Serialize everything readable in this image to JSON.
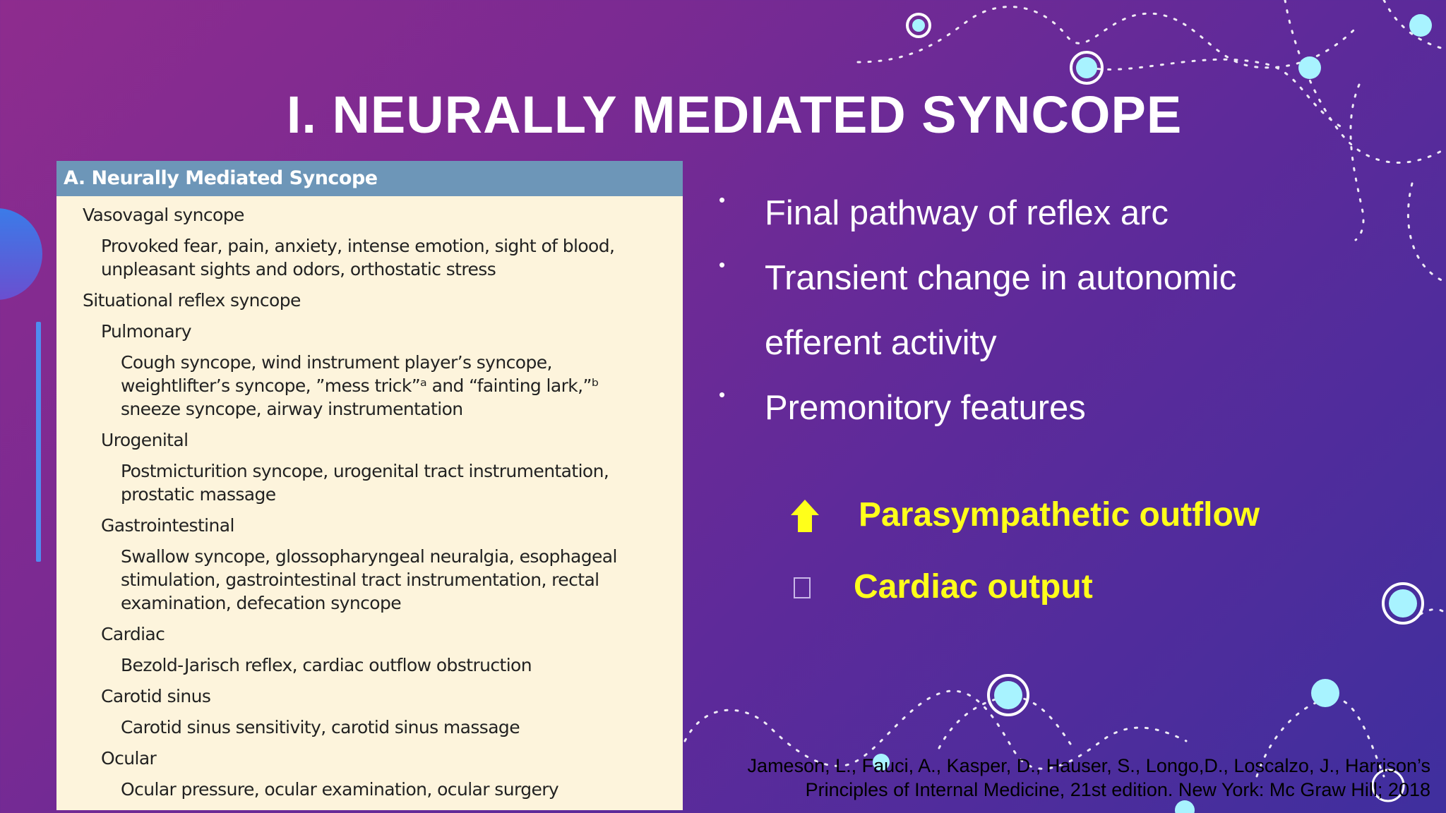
{
  "slide": {
    "title": "I. NEURALLY MEDIATED SYNCOPE",
    "colors": {
      "background_start": "#8e2c8e",
      "background_end": "#3f2f9e",
      "highlight": "#ffff1a",
      "table_header": "#6d96b8",
      "table_background": "#fdf4dc",
      "deco_dot": "#a8f3ff"
    }
  },
  "table": {
    "header": "A. Neurally Mediated Syncope",
    "rows": [
      {
        "level": 0,
        "text": "Vasovagal syncope"
      },
      {
        "level": 1,
        "text": "Provoked fear, pain, anxiety, intense emotion, sight of blood, unpleasant sights and odors, orthostatic stress"
      },
      {
        "level": 0,
        "text": "Situational reflex syncope"
      },
      {
        "level": 1,
        "text": "Pulmonary"
      },
      {
        "level": 2,
        "text": "Cough syncope, wind instrument player’s syncope, weightlifter’s syncope, ”mess trick”ᵃ and “fainting lark,”ᵇ sneeze syncope, airway instrumentation"
      },
      {
        "level": 1,
        "text": "Urogenital"
      },
      {
        "level": 2,
        "text": "Postmicturition syncope, urogenital tract instrumentation, prostatic massage"
      },
      {
        "level": 1,
        "text": "Gastrointestinal"
      },
      {
        "level": 2,
        "text": "Swallow syncope, glossopharyngeal neuralgia, esophageal stimulation, gastrointestinal tract instrumentation, rectal examination, defecation syncope"
      },
      {
        "level": 1,
        "text": "Cardiac"
      },
      {
        "level": 2,
        "text": "Bezold-Jarisch reflex, cardiac outflow obstruction"
      },
      {
        "level": 1,
        "text": "Carotid sinus"
      },
      {
        "level": 2,
        "text": "Carotid sinus sensitivity, carotid sinus massage"
      },
      {
        "level": 1,
        "text": "Ocular"
      },
      {
        "level": 2,
        "text": "Ocular pressure, ocular examination, ocular surgery"
      }
    ]
  },
  "bullets": {
    "marker": "•",
    "items": [
      {
        "lines": [
          "Final pathway of reflex arc"
        ]
      },
      {
        "lines": [
          "Transient change in autonomic",
          "efferent activity"
        ]
      },
      {
        "lines": [
          "Premonitory features"
        ]
      }
    ]
  },
  "highlights": {
    "parasympathetic": "Parasympathetic outflow",
    "cardiac_output": "Cardiac output",
    "up_icon": "up-arrow-icon",
    "missing_glyph_icon": "missing-glyph-box-icon"
  },
  "citation": {
    "line1": "Jameson, L., Fauci, A., Kasper, D., Hauser, S., Longo,D.,  Loscalzo, J., Harrison’s",
    "line2": "Principles of Internal Medicine, 21st edition. New York: Mc Graw Hill; 2018"
  }
}
